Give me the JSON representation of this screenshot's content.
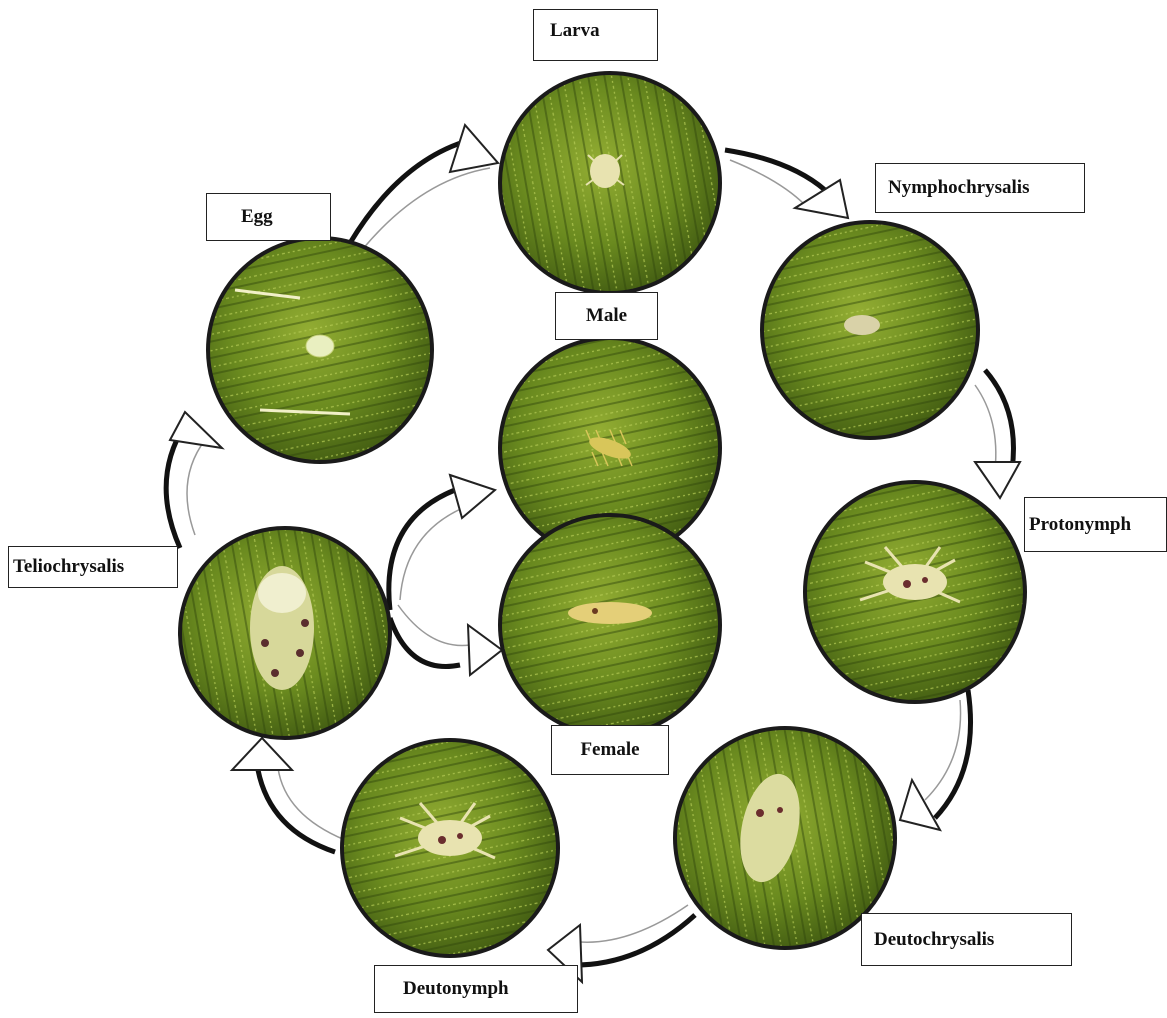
{
  "stages": {
    "larva": "Larva",
    "nymphochrysalis": "Nymphochrysalis",
    "protonymph": "Protonymph",
    "deutochrysalis": "Deutochrysalis",
    "deutonymph": "Deutonymph",
    "teliochrysalis": "Teliochrysalis",
    "egg": "Egg",
    "male": "Male",
    "female": "Female"
  },
  "colors": {
    "leaf_dark": "#3f5a10",
    "leaf_mid": "#6f8f22",
    "leaf_light": "#9fb83a",
    "mite": "#e8e3b0",
    "outline": "#1a1a1a"
  }
}
